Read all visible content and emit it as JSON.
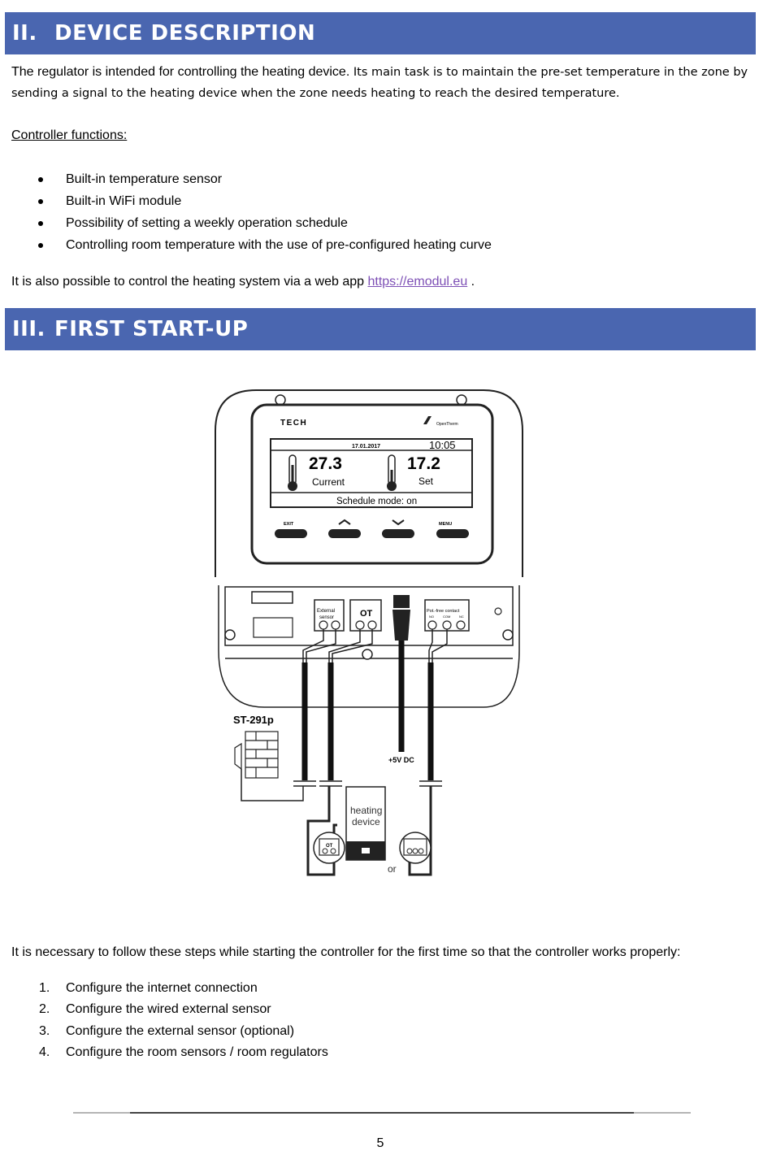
{
  "section2": {
    "number": "II.",
    "title": "DEVICE DESCRIPTION",
    "intro_part1": "The regulator is intended for controlling the heating device.",
    "intro_part2": " Its main task is to maintain the pre-set temperature in the zone by sending a signal to the heating device  when the zone needs heating to reach the desired temperature.",
    "functions_heading": "Controller functions:",
    "functions": [
      "Built-in temperature sensor",
      "Built-in WiFi module",
      "Possibility of setting a weekly operation schedule",
      "Controlling room temperature with the use of pre-configured heating curve"
    ],
    "webapp_text": "It is also possible to control the heating system via a web app ",
    "webapp_link": "https://emodul.eu",
    "webapp_end": " ."
  },
  "section3": {
    "number": "III.",
    "title": "FIRST START-UP",
    "steps_intro": "It is necessary to follow these steps while starting the controller for the first time so that the controller works properly:",
    "steps": [
      {
        "n": "1.",
        "text": "Configure the internet connection"
      },
      {
        "n": "2.",
        "text": "Configure the wired external sensor"
      },
      {
        "n": "3.",
        "text": "Configure the external sensor (optional)"
      },
      {
        "n": "4.",
        "text": "Configure the room sensors / room regulators"
      }
    ]
  },
  "diagram": {
    "brand": "TECH",
    "opentherm": "OpenTherm",
    "date": "17.01.2017",
    "time": "10:05",
    "current_temp": "27.3",
    "current_label": "Current",
    "set_temp": "17.2",
    "set_label": "Set",
    "mode": "Schedule mode: on",
    "btn_exit": "EXIT",
    "btn_menu": "MENU",
    "term_ext_1": "External",
    "term_ext_2": "sensor",
    "term_ot": "OT",
    "term_pot": "Pot.-free contact",
    "term_no": "NO",
    "term_com": "COM",
    "term_nc": "NC",
    "sensor_model": "ST-291p",
    "power": "+5V DC",
    "heater_1": "heating",
    "heater_2": "device",
    "ot_small": "OT",
    "or": "or"
  },
  "footer": {
    "page_number": "5"
  }
}
